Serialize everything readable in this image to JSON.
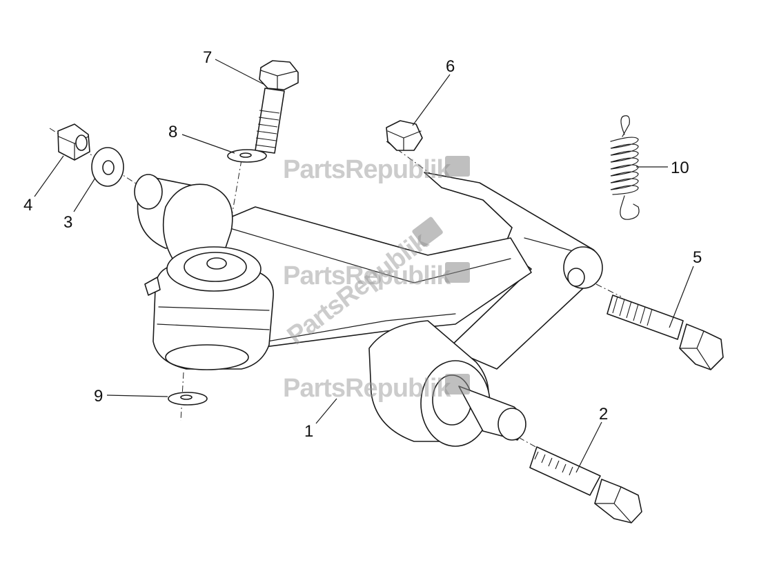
{
  "watermark": {
    "text": "PartsRepublik",
    "icon": "gear-flag-icon"
  },
  "callouts": [
    {
      "id": "1",
      "part": "swing-arm"
    },
    {
      "id": "2",
      "part": "rear-bolt"
    },
    {
      "id": "3",
      "part": "washer"
    },
    {
      "id": "4",
      "part": "nut"
    },
    {
      "id": "5",
      "part": "bolt"
    },
    {
      "id": "6",
      "part": "nut"
    },
    {
      "id": "7",
      "part": "top-bolt"
    },
    {
      "id": "8",
      "part": "upper-washer"
    },
    {
      "id": "9",
      "part": "lower-washer"
    },
    {
      "id": "10",
      "part": "spring"
    }
  ]
}
